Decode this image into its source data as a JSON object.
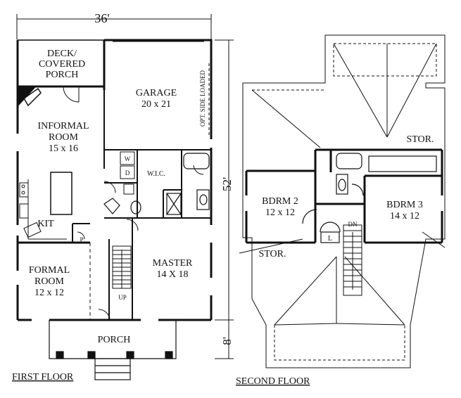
{
  "dimensions": {
    "width": "36'",
    "depth": "52'",
    "porch_depth": "8'"
  },
  "first_floor": {
    "caption": "FIRST FLOOR",
    "rooms": {
      "deck": [
        "DECK/",
        "COVERED",
        "PORCH"
      ],
      "informal": [
        "INFORMAL",
        "ROOM",
        "15 x 16"
      ],
      "garage": [
        "GARAGE",
        "20 x 21"
      ],
      "garage_note": "OPT. SIDE LOADED",
      "wic": "W.I.C.",
      "washer": "W",
      "dryer": "D",
      "kit": "KIT",
      "pantry": "P",
      "formal": [
        "FORMAL",
        "ROOM",
        "12 x 12"
      ],
      "master": [
        "MASTER",
        "14 X 18"
      ],
      "porch": "PORCH",
      "stair": "UP"
    }
  },
  "second_floor": {
    "caption": "SECOND FLOOR",
    "rooms": {
      "bdrm2": [
        "BDRM 2",
        "12 x 12"
      ],
      "bdrm3": [
        "BDRM 3",
        "14 x 12"
      ],
      "stor_top": "STOR.",
      "stor_bottom": "STOR.",
      "linen": "L",
      "stair": "DN"
    }
  }
}
